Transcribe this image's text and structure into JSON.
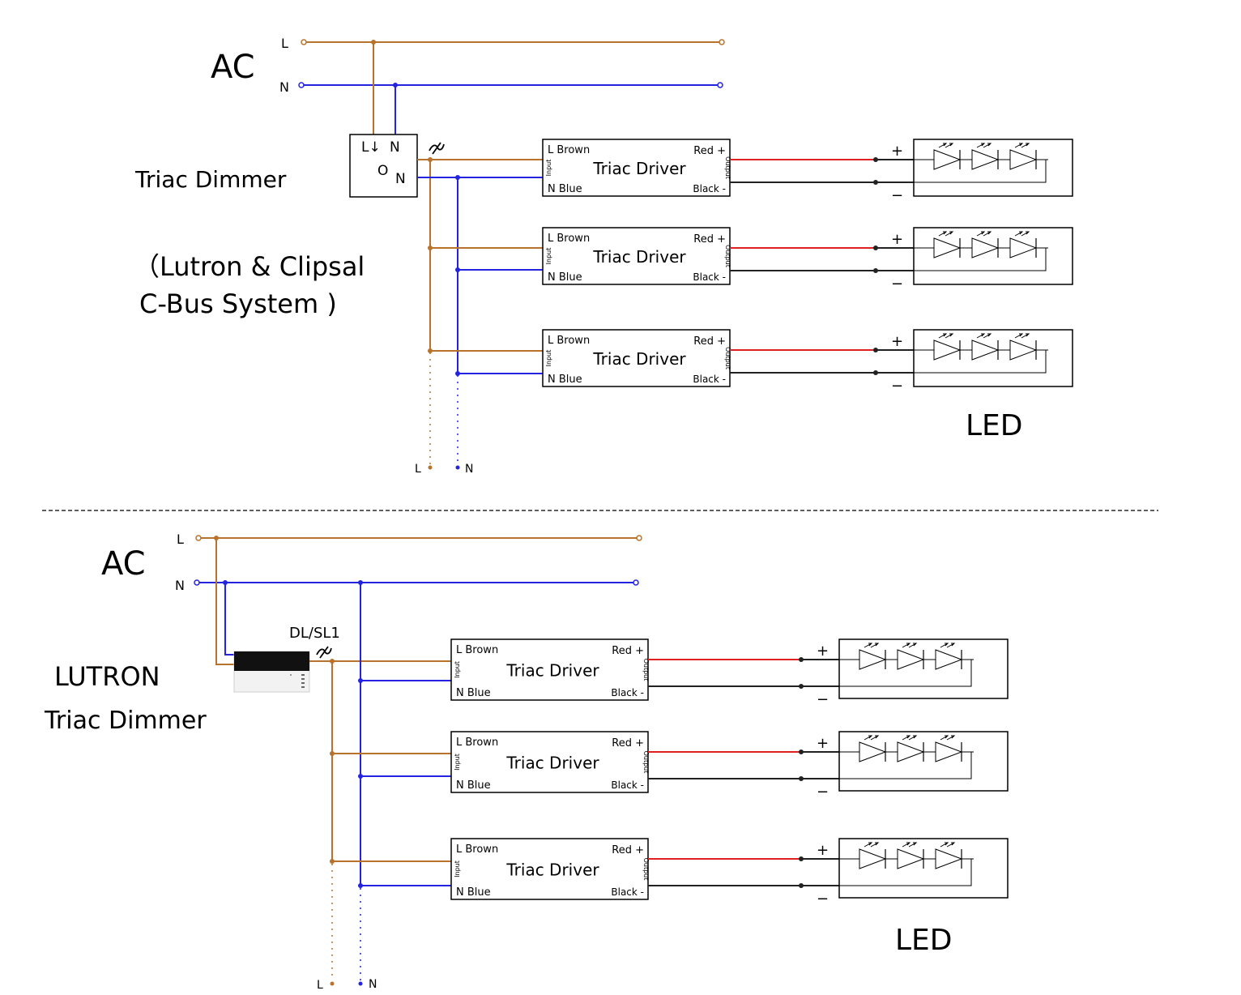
{
  "colors": {
    "live": "#b8722c",
    "neutral": "#2323e0",
    "positive": "#e02020",
    "negative": "#222222",
    "line": "#000000"
  },
  "top": {
    "ac_label": "AC",
    "l_label": "L",
    "n_label": "N",
    "dimmer_label": "Triac Dimmer",
    "dimmer_note_line1": "（Lutron & Clipsal",
    "dimmer_note_line2": "C-Bus System )",
    "dimmer_box": {
      "l_in": "L↓",
      "n_in": "N",
      "symbol": "O",
      "n_out": "N"
    },
    "bottom_l": "L",
    "bottom_n": "N",
    "led_label": "LED"
  },
  "bottom": {
    "ac_label": "AC",
    "l_label": "L",
    "n_label": "N",
    "dimmer_brand": "LUTRON",
    "dimmer_label": "Triac Dimmer",
    "dimmer_model": "DL/SL1",
    "bottom_l": "L",
    "bottom_n": "N",
    "led_label": "LED"
  },
  "driver": {
    "title": "Triac Driver",
    "l_in": "L Brown",
    "n_in": "N Blue",
    "out_pos": "Red +",
    "out_neg": "Black -",
    "input_tag": "Input",
    "output_tag": "Output"
  },
  "led_terminals": {
    "plus": "+",
    "minus": "−"
  },
  "dimmer_icon": "dimmer-symbol-icon",
  "led_icon": "led-diode-icon"
}
